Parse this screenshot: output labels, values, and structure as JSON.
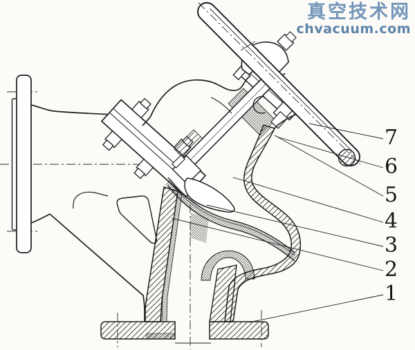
{
  "colors": {
    "background": "#fcfbf8",
    "line": "#1c1c1c",
    "watermark_name": "#7496b9",
    "watermark_url": "#5d83a8"
  },
  "watermark": {
    "site_name": "真空技术网",
    "site_url": "chvacuum.com"
  },
  "part_labels": [
    {
      "number": "7"
    },
    {
      "number": "6"
    },
    {
      "number": "5"
    },
    {
      "number": "4"
    },
    {
      "number": "3"
    },
    {
      "number": "2"
    },
    {
      "number": "1"
    }
  ]
}
